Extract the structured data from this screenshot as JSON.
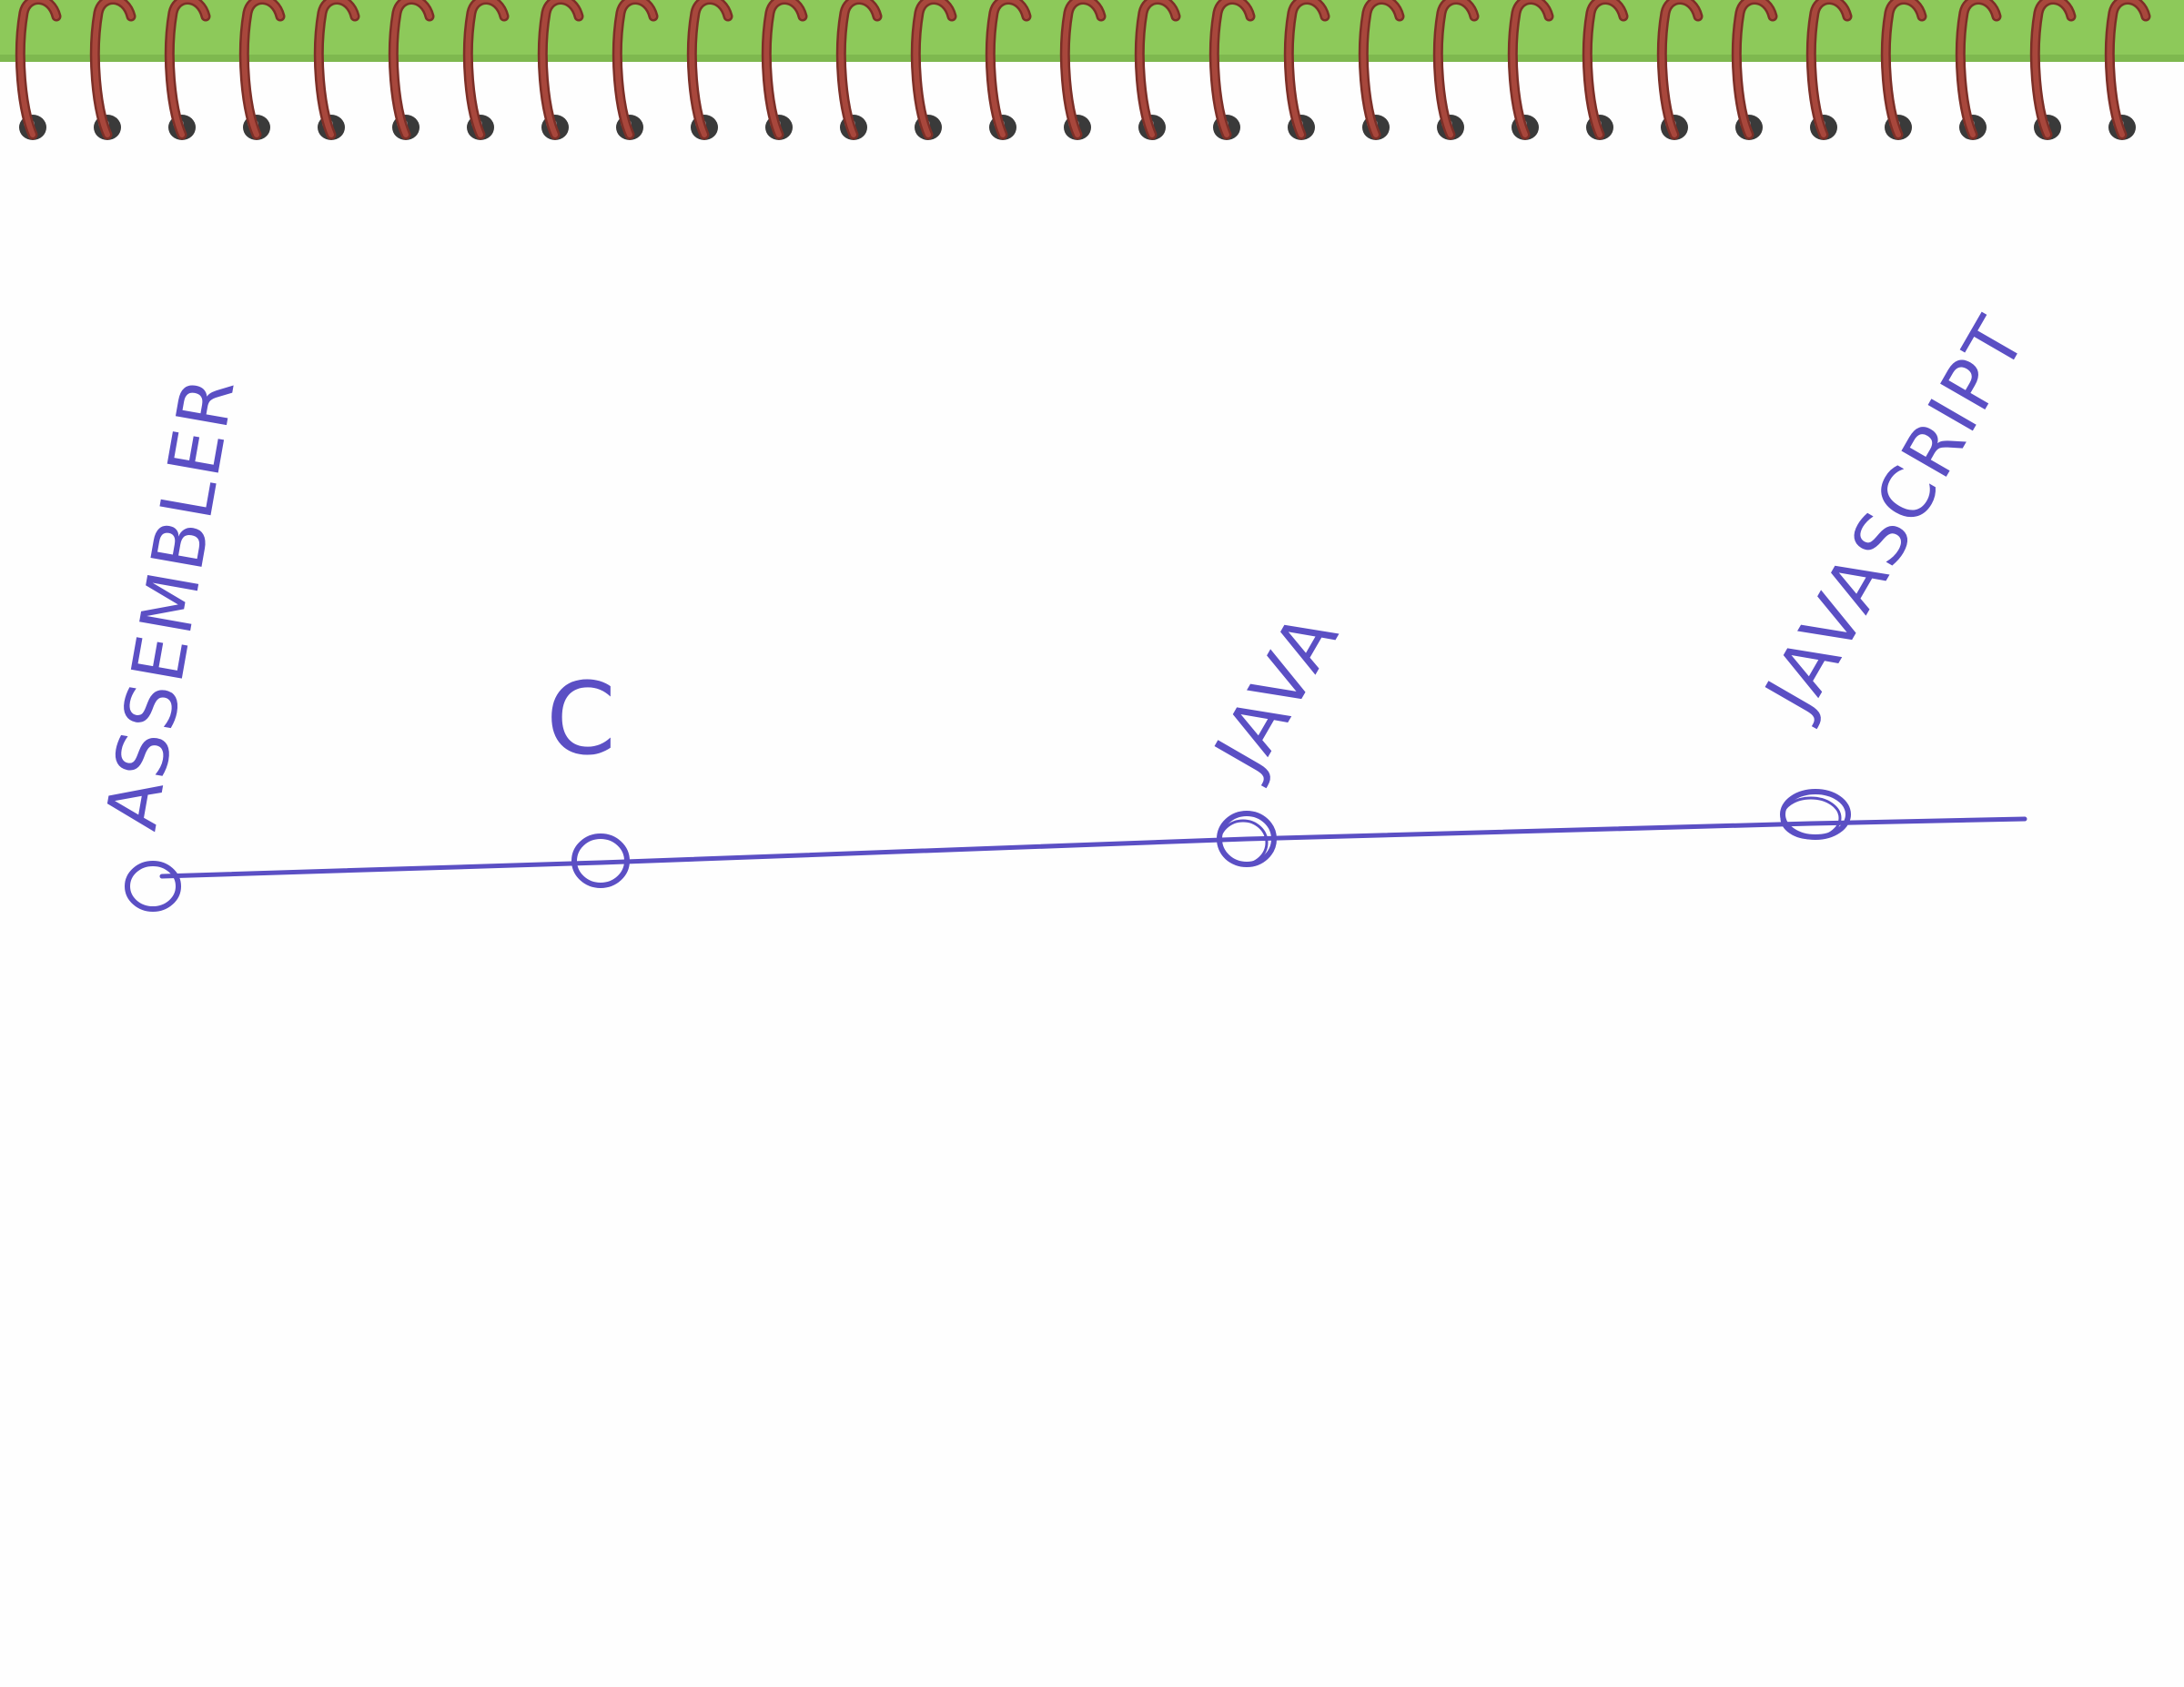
{
  "colors": {
    "paper": "#fefefe",
    "cover_green": "#8dc95a",
    "cover_green_dark": "#6fa843",
    "coil": "#a8473c",
    "coil_dark": "#7c2f27",
    "hole": "#3a3a3a",
    "ink": "#5b4fc4"
  },
  "timeline": {
    "nodes": [
      {
        "label": "ASSEMBLER"
      },
      {
        "label": "C"
      },
      {
        "label": "JAVA"
      },
      {
        "label": "JAVASCRIPT"
      }
    ]
  }
}
